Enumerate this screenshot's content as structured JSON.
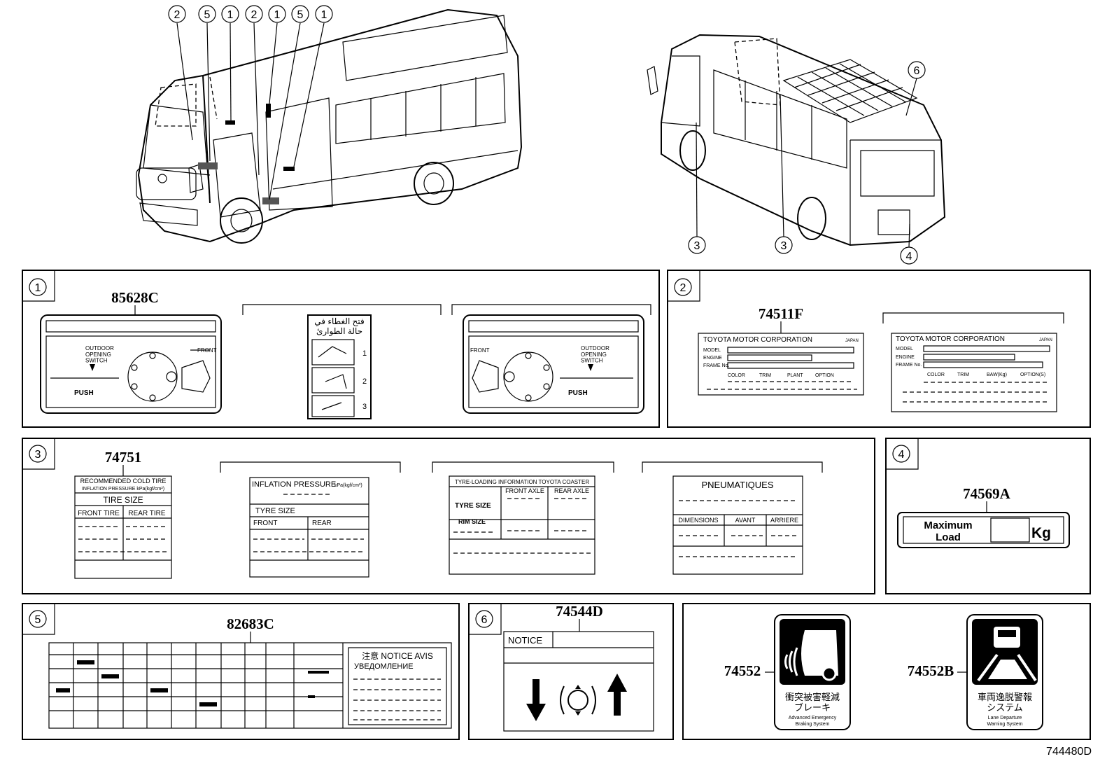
{
  "diagram_number": "744480D",
  "callouts": {
    "van_left": [
      "2",
      "5",
      "1",
      "2",
      "1",
      "5",
      "1"
    ],
    "van_right_top": "6",
    "van_right_bottom": [
      "3",
      "3",
      "4"
    ]
  },
  "panels": {
    "p1": {
      "number": "1",
      "part_number": "85628C",
      "arabic_title_line1": "فتح الغطاء في",
      "arabic_title_line2": "حالة الطوارئ",
      "steps": [
        "1",
        "2",
        "3"
      ],
      "outdoor_text": "OUTDOOR\nOPENING\nSWITCH",
      "push_label": "PUSH",
      "front_label": "FRONT"
    },
    "p2": {
      "number": "2",
      "part_number": "74511F",
      "maker": "TOYOTA MOTOR CORPORATION",
      "country": "JAPAN",
      "rows": [
        "MODEL",
        "ENGINE",
        "FRAME No."
      ],
      "codes": [
        "COLOR",
        "TRIM",
        "PLANT",
        "OPTION"
      ],
      "codes_right": [
        "COLOR",
        "TRIM",
        "BAW(Kg)",
        "OPTION(S)"
      ]
    },
    "p3": {
      "number": "3",
      "part_number": "74751",
      "label_a": {
        "title1": "RECOMMENDED COLD TIRE",
        "title2": "INFLATION PRESSURE kPa(kgf/cm²)",
        "tire_size": "TIRE SIZE",
        "front": "FRONT TIRE",
        "rear": "REAR TIRE"
      },
      "label_b": {
        "title": "INFLATION PRESSURE",
        "unit": "kPa(kgf/cm²)",
        "tyre_size": "TYRE SIZE",
        "front": "FRONT",
        "rear": "REAR"
      },
      "label_c": {
        "title": "TYRE-LOADING INFORMATION TOYOTA COASTER",
        "front_axle": "FRONT AXLE",
        "rear_axle": "REAR AXLE",
        "tyre_size": "TYRE SIZE",
        "rim_size": "RIM SIZE"
      },
      "label_d": {
        "title": "PNEUMATIQUES",
        "dimensions": "DIMENSIONS",
        "avant": "AVANT",
        "arriere": "ARRIERE"
      }
    },
    "p4": {
      "number": "4",
      "part_number": "74569A",
      "label_line1": "Maximum",
      "label_line2": "Load",
      "unit": "Kg"
    },
    "p5": {
      "number": "5",
      "part_number": "82683C",
      "notice_line1": "注意   NOTICE  AVIS",
      "notice_line2": "УВЕДОМЛЕНИЕ"
    },
    "p6": {
      "number": "6",
      "part_number": "74544D",
      "notice": "NOTICE"
    },
    "p7": {
      "part_a": "74552",
      "part_b": "74552B",
      "a_jp1": "衝突被害軽減",
      "a_jp2": "ブレーキ",
      "a_en1": "Advanced Emergency",
      "a_en2": "Braking System",
      "b_jp1": "車両逸脱警報",
      "b_jp2": "システム",
      "b_en1": "Lane Departure",
      "b_en2": "Warning System"
    }
  }
}
